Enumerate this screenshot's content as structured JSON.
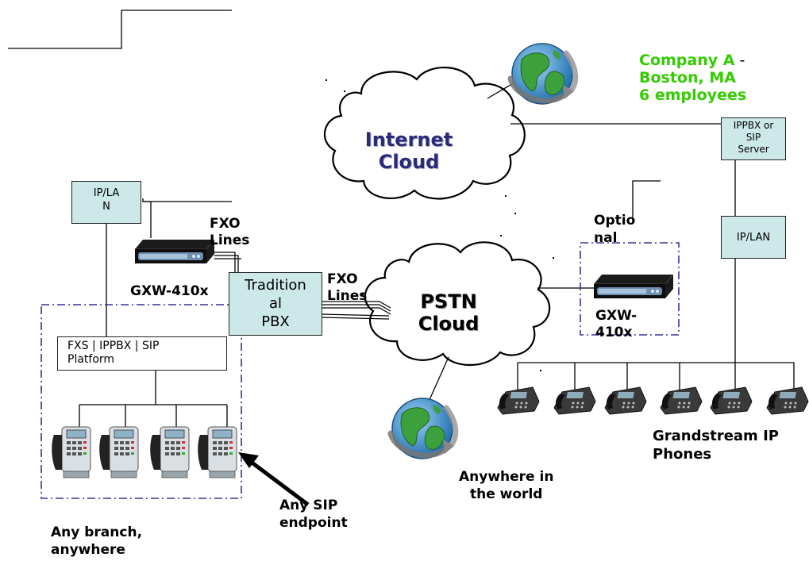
{
  "clouds": {
    "internet": {
      "line1": "Internet",
      "line2": "Cloud"
    },
    "pstn": {
      "line1": "PSTN",
      "line2": "Cloud"
    }
  },
  "company": {
    "name": "Company A",
    "dash": " -",
    "location": "Boston, MA",
    "employees": "6 employees",
    "color": "#33cc00"
  },
  "boxes": {
    "ippbx_sip_server": {
      "l1": "IPPBX or",
      "l2": "SIP",
      "l3": "Server"
    },
    "ip_lan_right": {
      "l1": "IP/LAN"
    },
    "ip_lan_left": {
      "l1": "IP/LA",
      "l2": "N"
    },
    "traditional_pbx": {
      "l1": "Tradition",
      "l2": "al",
      "l3": "PBX"
    },
    "fxs_platform": {
      "l1": "FXS  | IPPBX | SIP",
      "l2": "Platform"
    }
  },
  "labels": {
    "fxo_lines_top_1": "FXO",
    "fxo_lines_top_2": "Lines",
    "fxo_lines_mid_1": "FXO",
    "fxo_lines_mid_2": "Lines",
    "gxw_left": "GXW-410x",
    "gxw_right_1": "GXW-",
    "gxw_right_2": "410x",
    "optional_1": "Optio",
    "optional_2": "nal",
    "grandstream_1": "Grandstream IP",
    "grandstream_2": "Phones",
    "anywhere_world_1": "Anywhere in",
    "anywhere_world_2": "the world",
    "any_sip_1": "Any SIP",
    "any_sip_2": "endpoint",
    "any_branch_1": "Any  branch,",
    "any_branch_2": "anywhere"
  },
  "colors": {
    "box_fill": "#cce8e8",
    "dashed_border": "#333399",
    "cloud_text": "#2a2a7a",
    "globe_ocean": "#2f7fc0",
    "globe_land": "#3ca03c"
  },
  "icons": [
    "globe-icon",
    "gateway-device-icon",
    "ip-phone-icon",
    "desk-phone-icon",
    "arrow-icon"
  ]
}
